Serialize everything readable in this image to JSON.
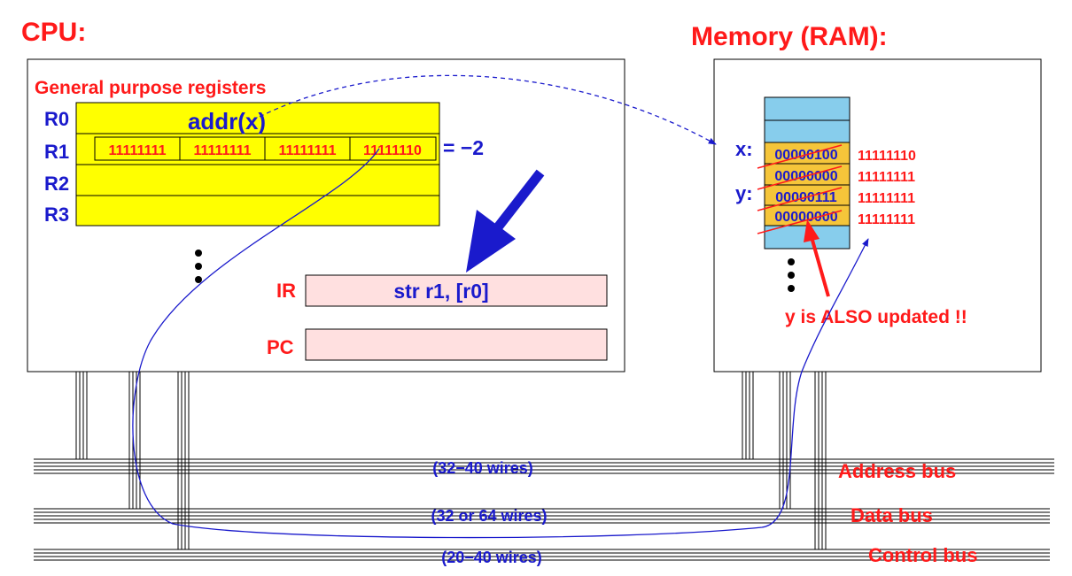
{
  "cpu": {
    "title": "CPU:",
    "registers_heading": "General purpose registers",
    "registers": [
      {
        "name": "R0",
        "value": "addr(x)"
      },
      {
        "name": "R1",
        "bytes": [
          "11111111",
          "11111111",
          "11111111",
          "11111110"
        ],
        "decimal": "= −2"
      },
      {
        "name": "R2",
        "value": ""
      },
      {
        "name": "R3",
        "value": ""
      }
    ],
    "ir": {
      "label": "IR",
      "value": "str  r1, [r0]"
    },
    "pc": {
      "label": "PC",
      "value": ""
    }
  },
  "memory": {
    "title": "Memory (RAM):",
    "labels": {
      "x": "x:",
      "y": "y:"
    },
    "cells": [
      {
        "old": "00000100",
        "new": "11111110"
      },
      {
        "old": "00000000",
        "new": "11111111"
      },
      {
        "old": "00000111",
        "new": "11111111"
      },
      {
        "old": "00000000",
        "new": "11111111"
      }
    ],
    "note": "y is ALSO updated !!"
  },
  "buses": [
    {
      "name": "Address bus",
      "wires": "(32−40 wires)"
    },
    {
      "name": "Data bus",
      "wires": "(32 or 64 wires)"
    },
    {
      "name": "Control bus",
      "wires": "(20−40 wires)"
    }
  ],
  "colors": {
    "title_red": "#ff1a1a",
    "label_blue": "#1a1acc",
    "register_yellow": "#ffff00",
    "ir_pink": "#ffe0e0",
    "memory_blue": "#87cdec",
    "memory_cell_orange": "#f5c53a"
  }
}
